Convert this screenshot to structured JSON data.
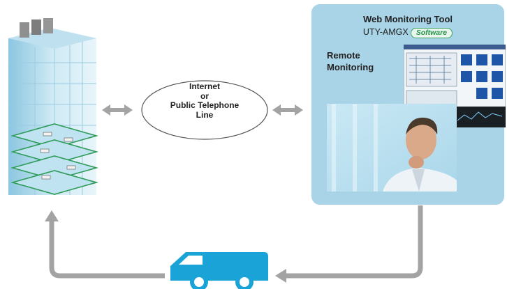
{
  "panel": {
    "title": "Web Monitoring Tool",
    "model": "UTY-AMGX",
    "badge": "Software",
    "remote_label_line1": "Remote",
    "remote_label_line2": "Monitoring"
  },
  "connection": {
    "line1": "Internet",
    "line2": "or",
    "line3": "Public Telephone",
    "line4": "Line"
  },
  "colors": {
    "panel_bg": "#a9d3e7",
    "arrow_gray": "#9a9a9a",
    "van_blue": "#1aa3d6",
    "badge_green": "#23924a"
  }
}
